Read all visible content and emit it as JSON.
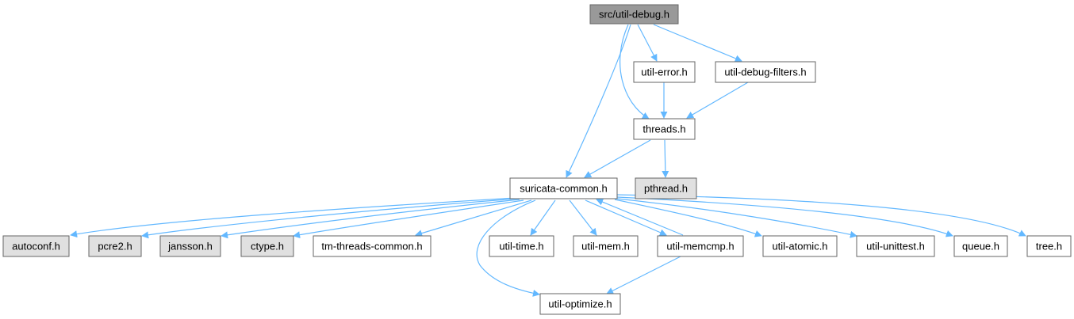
{
  "nodes": {
    "root": {
      "label": "src/util-debug.h",
      "style": "root"
    },
    "error": {
      "label": "util-error.h",
      "style": "normal"
    },
    "filters": {
      "label": "util-debug-filters.h",
      "style": "normal"
    },
    "threads": {
      "label": "threads.h",
      "style": "normal"
    },
    "common": {
      "label": "suricata-common.h",
      "style": "normal"
    },
    "pthread": {
      "label": "pthread.h",
      "style": "system"
    },
    "autoconf": {
      "label": "autoconf.h",
      "style": "system"
    },
    "pcre2": {
      "label": "pcre2.h",
      "style": "system"
    },
    "jansson": {
      "label": "jansson.h",
      "style": "system"
    },
    "ctype": {
      "label": "ctype.h",
      "style": "system"
    },
    "tmthreads": {
      "label": "tm-threads-common.h",
      "style": "normal"
    },
    "utime": {
      "label": "util-time.h",
      "style": "normal"
    },
    "umem": {
      "label": "util-mem.h",
      "style": "normal"
    },
    "umemcmp": {
      "label": "util-memcmp.h",
      "style": "normal"
    },
    "uatomic": {
      "label": "util-atomic.h",
      "style": "normal"
    },
    "uunit": {
      "label": "util-unittest.h",
      "style": "normal"
    },
    "queue": {
      "label": "queue.h",
      "style": "normal"
    },
    "tree": {
      "label": "tree.h",
      "style": "normal"
    },
    "uopt": {
      "label": "util-optimize.h",
      "style": "normal"
    }
  },
  "edges": [
    {
      "from": "root",
      "to": "common"
    },
    {
      "from": "root",
      "to": "threads"
    },
    {
      "from": "root",
      "to": "error"
    },
    {
      "from": "root",
      "to": "filters"
    },
    {
      "from": "error",
      "to": "threads"
    },
    {
      "from": "filters",
      "to": "threads"
    },
    {
      "from": "threads",
      "to": "common"
    },
    {
      "from": "threads",
      "to": "pthread"
    },
    {
      "from": "common",
      "to": "autoconf"
    },
    {
      "from": "common",
      "to": "pcre2"
    },
    {
      "from": "common",
      "to": "jansson"
    },
    {
      "from": "common",
      "to": "ctype"
    },
    {
      "from": "common",
      "to": "tmthreads"
    },
    {
      "from": "common",
      "to": "uopt"
    },
    {
      "from": "common",
      "to": "utime"
    },
    {
      "from": "common",
      "to": "umem"
    },
    {
      "from": "common",
      "to": "umemcmp"
    },
    {
      "from": "common",
      "to": "uatomic"
    },
    {
      "from": "common",
      "to": "uunit"
    },
    {
      "from": "common",
      "to": "queue"
    },
    {
      "from": "common",
      "to": "tree"
    },
    {
      "from": "umemcmp",
      "to": "common"
    },
    {
      "from": "umemcmp",
      "to": "uopt"
    }
  ],
  "colors": {
    "edge": "#63b8ff",
    "border": "#666666",
    "root_fill": "#999999",
    "system_fill": "#e0e0e0",
    "normal_fill": "#ffffff"
  }
}
